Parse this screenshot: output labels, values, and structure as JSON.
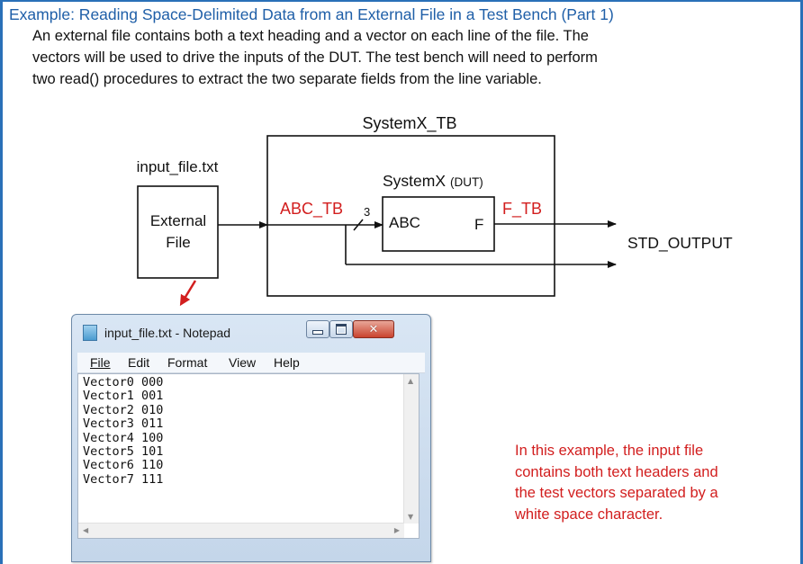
{
  "title": "Example: Reading Space-Delimited Data from an External File in a Test Bench (Part 1)",
  "description": [
    "An external file contains both a text heading and a vector on each line of the file.  The",
    "vectors will be used to drive the inputs of the DUT.  The test bench will need to perform",
    "two read() procedures to extract the two separate fields from the line variable."
  ],
  "diagram": {
    "testbench_label": "SystemX_TB",
    "file_label": "input_file.txt",
    "external_file_line1": "External",
    "external_file_line2": "File",
    "dut_name": "SystemX",
    "dut_tag": "(DUT)",
    "dut_input": "ABC",
    "dut_output": "F",
    "input_signal": "ABC_TB",
    "bus_width": "3",
    "output_signal": "F_TB",
    "output_target": "STD_OUTPUT",
    "colors": {
      "signal": "#d21e1e",
      "title": "#1f5fa8",
      "line": "#111111"
    }
  },
  "notepad": {
    "title": "input_file.txt - Notepad",
    "menu": [
      "File",
      "Edit",
      "Format",
      "View",
      "Help"
    ],
    "lines": [
      "Vector0 000",
      "Vector1 001",
      "Vector2 010",
      "Vector3 011",
      "Vector4 100",
      "Vector5 101",
      "Vector6 110",
      "Vector7 111"
    ]
  },
  "note": [
    "In this example, the input file",
    "contains both text headers and",
    "the test vectors separated by a",
    "white space character."
  ]
}
